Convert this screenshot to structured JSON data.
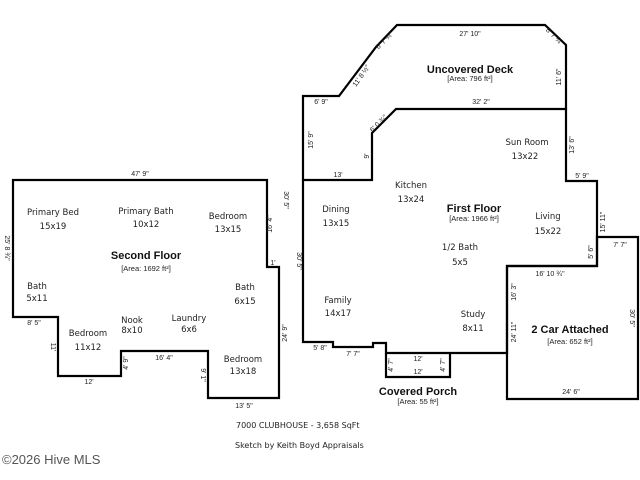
{
  "second_floor": {
    "title": "Second Floor",
    "area": "[Area: 1692 ft²]",
    "rooms": [
      {
        "name": "Primary Bed",
        "size": "15x19"
      },
      {
        "name": "Primary Bath",
        "size": "10x12"
      },
      {
        "name": "Bedroom",
        "size": "13x15"
      },
      {
        "name": "Bath",
        "size": "5x11"
      },
      {
        "name": "Bath",
        "size": "6x15"
      },
      {
        "name": "Nook",
        "size": "8x10"
      },
      {
        "name": "Laundry",
        "size": "6x6"
      },
      {
        "name": "Bedroom",
        "size": "11x12"
      },
      {
        "name": "Bedroom",
        "size": "13x18"
      }
    ],
    "dims": [
      "47' 9\"",
      "25' 8 ¾\"",
      "16' 4\"",
      "1'",
      "24' 9\"",
      "8' 5\"",
      "11'",
      "12'",
      "4' 9\"",
      "16' 4\"",
      "9' 1\"",
      "13' 5\"",
      "30' 5\""
    ]
  },
  "deck": {
    "title": "Uncovered Deck",
    "area": "[Area: 796 ft²]",
    "dims": [
      "27' 10\"",
      "8' 7 ¼\"",
      "11' 8 ½\"",
      "6' 7 ¾\"",
      "11' 6\"",
      "6' 9\"",
      "32' 2\"",
      "6' 0 ¾\"",
      "15' 9\"",
      "9'",
      "13'"
    ]
  },
  "first_floor": {
    "title": "First Floor",
    "area": "[Area: 1966 ft²]",
    "rooms": [
      {
        "name": "Sun Room",
        "size": "13x22"
      },
      {
        "name": "Kitchen",
        "size": "13x24"
      },
      {
        "name": "Dining",
        "size": "13x15"
      },
      {
        "name": "Living",
        "size": "15x22"
      },
      {
        "name": "1/2 Bath",
        "size": "5x5"
      },
      {
        "name": "Family",
        "size": "14x17"
      },
      {
        "name": "Study",
        "size": "8x11"
      }
    ],
    "dims": [
      "13' 6\"",
      "5' 9\"",
      "15' 11\"",
      "5' 6\"",
      "16' 10 ¾\"",
      "30' 5\"",
      "5' 8\"",
      "7' 7\"",
      "24' 11\"",
      "16' 3\""
    ]
  },
  "porch": {
    "title": "Covered Porch",
    "area": "[Area: 55 ft²]",
    "dims": [
      "12'",
      "12'",
      "4' 7\"",
      "4' 7\""
    ]
  },
  "garage": {
    "title": "2 Car Attached",
    "area": "[Area: 652 ft²]",
    "dims": [
      "7' 7\"",
      "24' 6\"",
      "30' 5\""
    ]
  },
  "caption": {
    "address": "7000 CLUBHOUSE - 3,658 SqFt",
    "credit": "Sketch by Keith Boyd Appraisals"
  },
  "watermark": "©2026 Hive MLS"
}
